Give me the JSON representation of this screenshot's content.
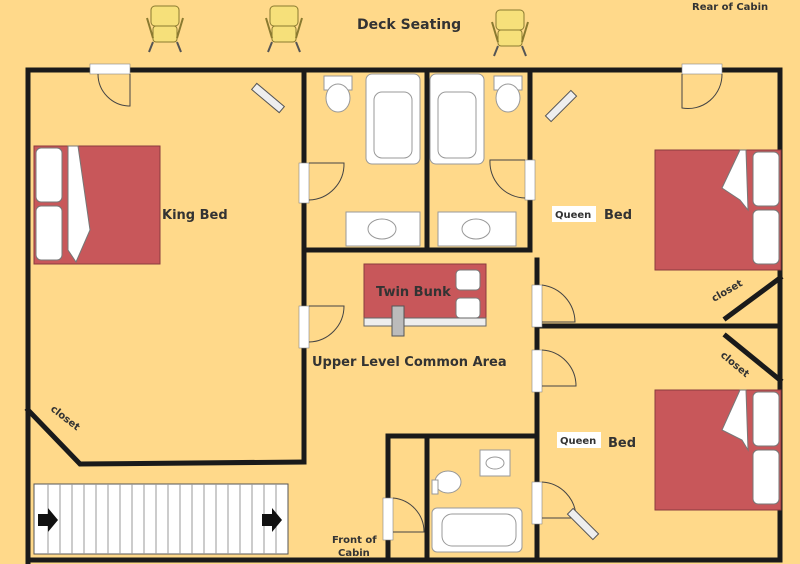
{
  "labels": {
    "deck": "Deck Seating",
    "rear": "Rear of Cabin",
    "king": "King Bed",
    "queen_top_tag": "Queen",
    "queen_top_bed": "Bed",
    "twin": "Twin Bunk",
    "common": "Upper Level Common Area",
    "queen_bottom_tag": "Queen",
    "queen_bottom_bed": "Bed",
    "front_line1": "Front of",
    "front_line2": "Cabin",
    "closet": "closet"
  },
  "colors": {
    "floor": "#ffd98a",
    "wall": "#1a1a1a",
    "bed": "#c8575a",
    "chair": "#f6e07a"
  }
}
